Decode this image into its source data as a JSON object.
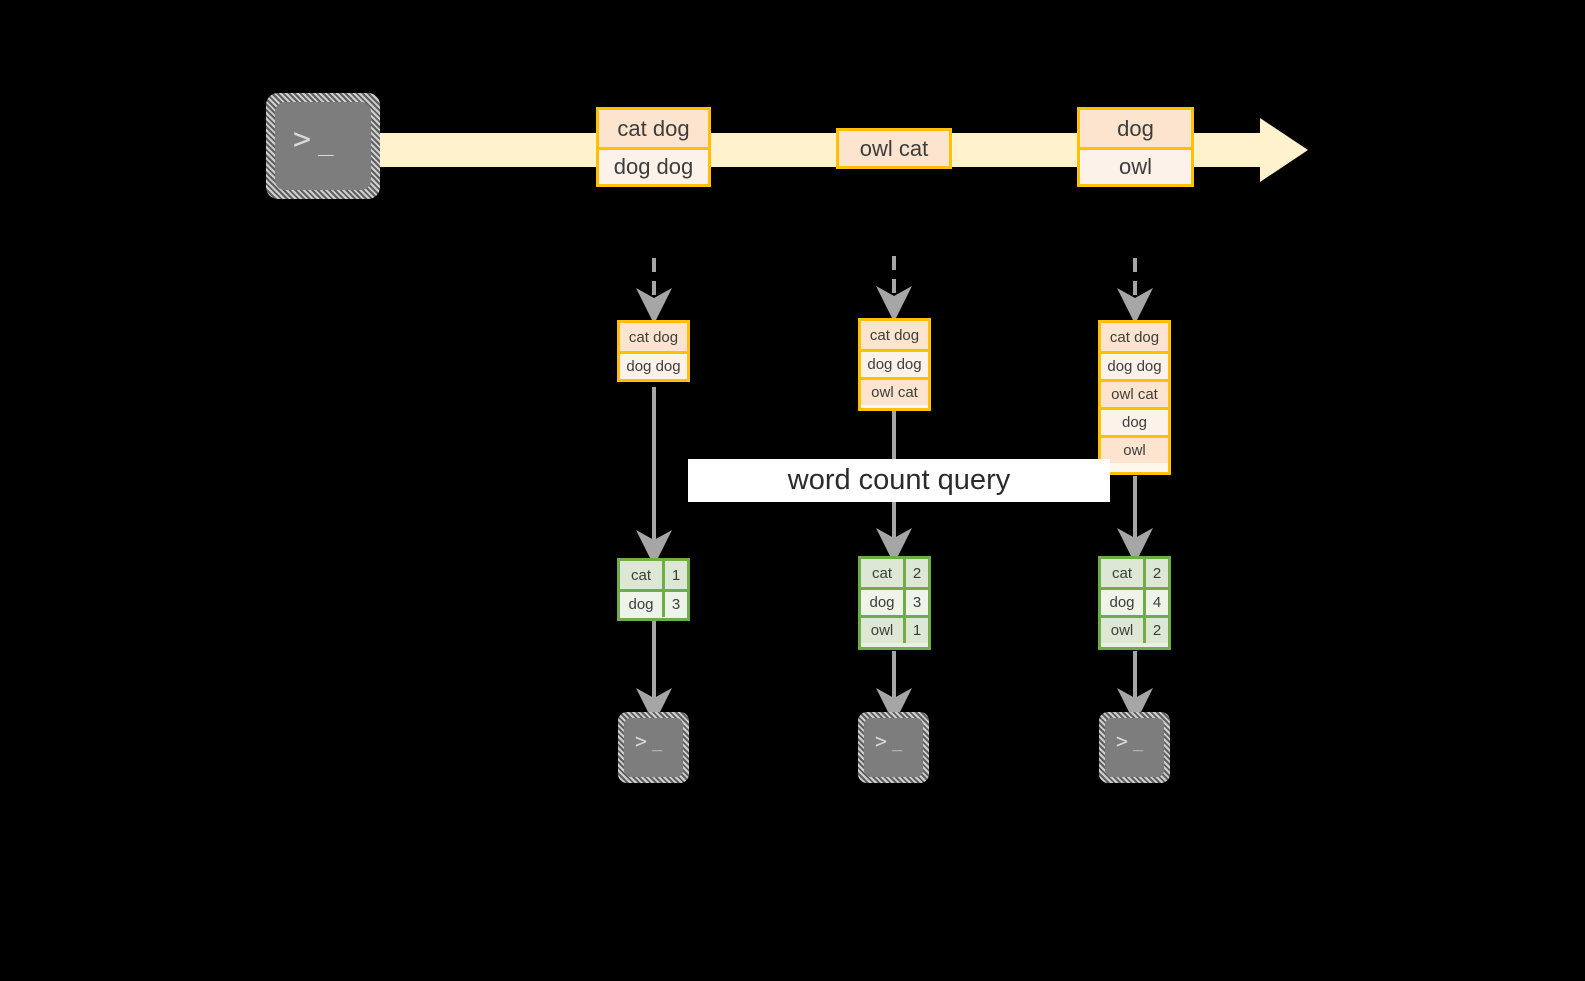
{
  "diagram": {
    "title": "word count query",
    "colors": {
      "background": "#000000",
      "stream_fill": "#fff2cc",
      "box_border": "#ffc000",
      "box_fill_dark": "#fce4ce",
      "box_fill_light": "#fdf2e9",
      "table_border": "#70ad47",
      "table_fill_dark": "#dce8d3",
      "table_fill_light": "#eef4ea",
      "connector": "#a6a6a6",
      "terminal_fill": "#7d7d7d",
      "label_bg": "#ffffff"
    }
  },
  "producer": {
    "icon": "terminal-icon",
    "prompt": ">",
    "cursor": "_"
  },
  "stream": {
    "icon": "right-arrow-icon",
    "events": [
      {
        "id": "event-group-1",
        "rows": [
          {
            "text": "cat dog",
            "shade": "dark"
          },
          {
            "text": "dog dog",
            "shade": "light"
          }
        ]
      },
      {
        "id": "event-group-2",
        "rows": [
          {
            "text": "owl cat",
            "shade": "dark"
          }
        ]
      },
      {
        "id": "event-group-3",
        "rows": [
          {
            "text": "dog",
            "shade": "dark"
          },
          {
            "text": "owl",
            "shade": "light"
          }
        ]
      }
    ]
  },
  "query": {
    "label": "word count query"
  },
  "snapshots": [
    {
      "id": "snapshot-1",
      "input_rows": [
        {
          "text": "cat dog",
          "shade": "dark"
        },
        {
          "text": "dog dog",
          "shade": "light"
        }
      ],
      "result_header": null,
      "result_rows": [
        {
          "word": "cat",
          "count": "1",
          "shade": "dark"
        },
        {
          "word": "dog",
          "count": "3",
          "shade": "light"
        }
      ],
      "consumer": {
        "icon": "terminal-icon",
        "prompt": ">",
        "cursor": "_"
      }
    },
    {
      "id": "snapshot-2",
      "input_rows": [
        {
          "text": "cat dog",
          "shade": "dark"
        },
        {
          "text": "dog dog",
          "shade": "light"
        },
        {
          "text": "owl cat",
          "shade": "dark"
        }
      ],
      "result_header": null,
      "result_rows": [
        {
          "word": "cat",
          "count": "2",
          "shade": "dark"
        },
        {
          "word": "dog",
          "count": "3",
          "shade": "light"
        },
        {
          "word": "owl",
          "count": "1",
          "shade": "dark"
        }
      ],
      "consumer": {
        "icon": "terminal-icon",
        "prompt": ">",
        "cursor": "_"
      }
    },
    {
      "id": "snapshot-3",
      "input_rows": [
        {
          "text": "cat dog",
          "shade": "dark"
        },
        {
          "text": "dog dog",
          "shade": "light"
        },
        {
          "text": "owl cat",
          "shade": "dark"
        },
        {
          "text": "dog",
          "shade": "light"
        },
        {
          "text": "owl",
          "shade": "dark"
        }
      ],
      "result_header": null,
      "result_rows": [
        {
          "word": "cat",
          "count": "2",
          "shade": "dark"
        },
        {
          "word": "dog",
          "count": "4",
          "shade": "light"
        },
        {
          "word": "owl",
          "count": "2",
          "shade": "dark"
        }
      ],
      "consumer": {
        "icon": "terminal-icon",
        "prompt": ">",
        "cursor": "_"
      }
    }
  ]
}
